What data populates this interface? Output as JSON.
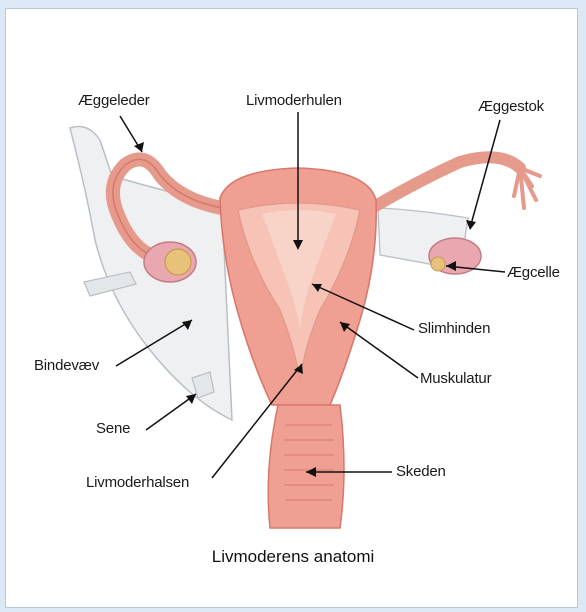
{
  "diagram": {
    "caption": "Livmoderens anatomi",
    "labels": {
      "aeggeleder": "Æggeleder",
      "livmoderhulen": "Livmoderhulen",
      "aeggestok": "Æggestok",
      "aegcelle": "Ægcelle",
      "slimhinden": "Slimhinden",
      "bindevaev": "Bindevæv",
      "muskulatur": "Muskulatur",
      "sene": "Sene",
      "skeden": "Skeden",
      "livmoderhalsen": "Livmoderhalsen"
    },
    "colors": {
      "muscle": "#f0a093",
      "muscle_dark": "#d8786c",
      "lining": "#f6c3b6",
      "tissue": "#eef0f2",
      "tissue_edge": "#b9bfc6",
      "ovary": "#e9a8b0",
      "follicle": "#e8c27a",
      "line": "#111111"
    }
  }
}
